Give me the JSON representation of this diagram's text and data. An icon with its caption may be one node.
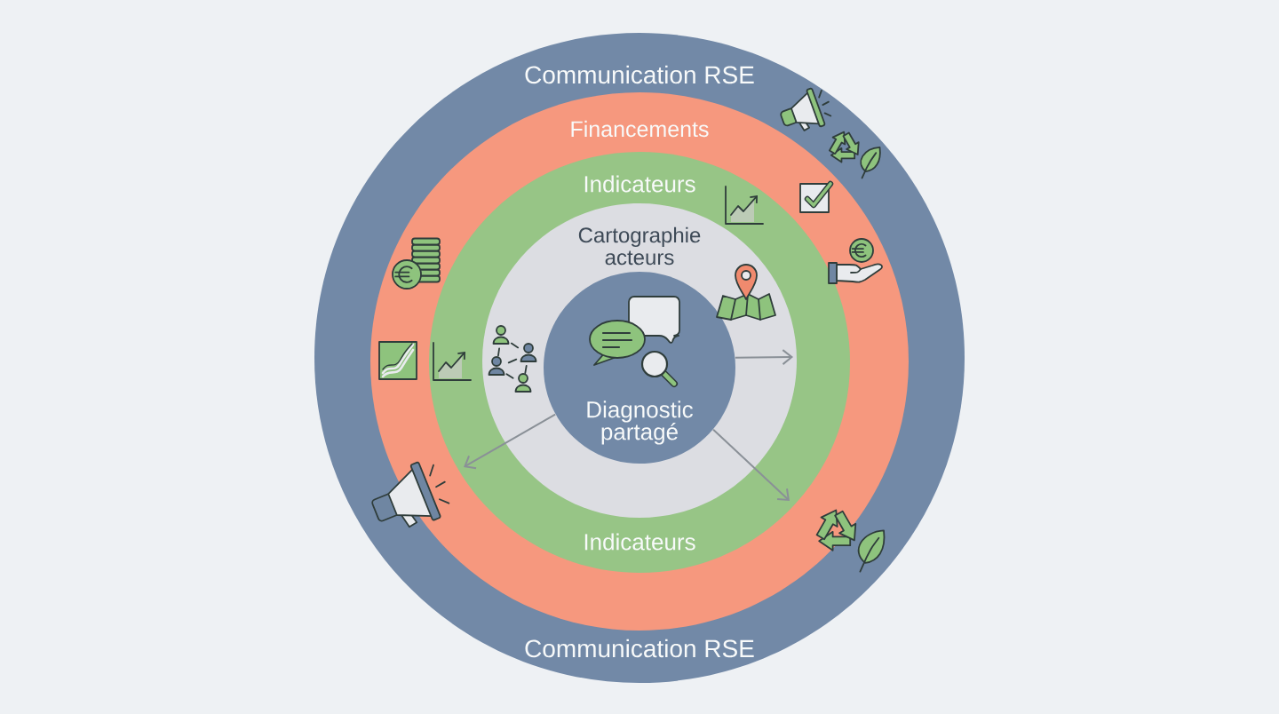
{
  "diagram": {
    "nodes": [
      {
        "text": [
          "Communication RSE",
          "Communication RSE"
        ]
      },
      {
        "text": [
          "Financements"
        ],
        "in": 0
      },
      {
        "text": [
          "Indicateurs",
          "Indicateurs"
        ],
        "in": 1
      },
      {
        "text": [
          "Cartographie acteurs"
        ],
        "in": 2
      },
      {
        "text": [
          "Diagnostic partagé"
        ],
        "in": 3
      }
    ],
    "edges": [
      {
        "from": 4,
        "to": null,
        "arrow": "to"
      },
      {
        "from": 4,
        "to": null,
        "arrow": "to"
      },
      {
        "from": 4,
        "to": null,
        "arrow": "to"
      }
    ]
  }
}
